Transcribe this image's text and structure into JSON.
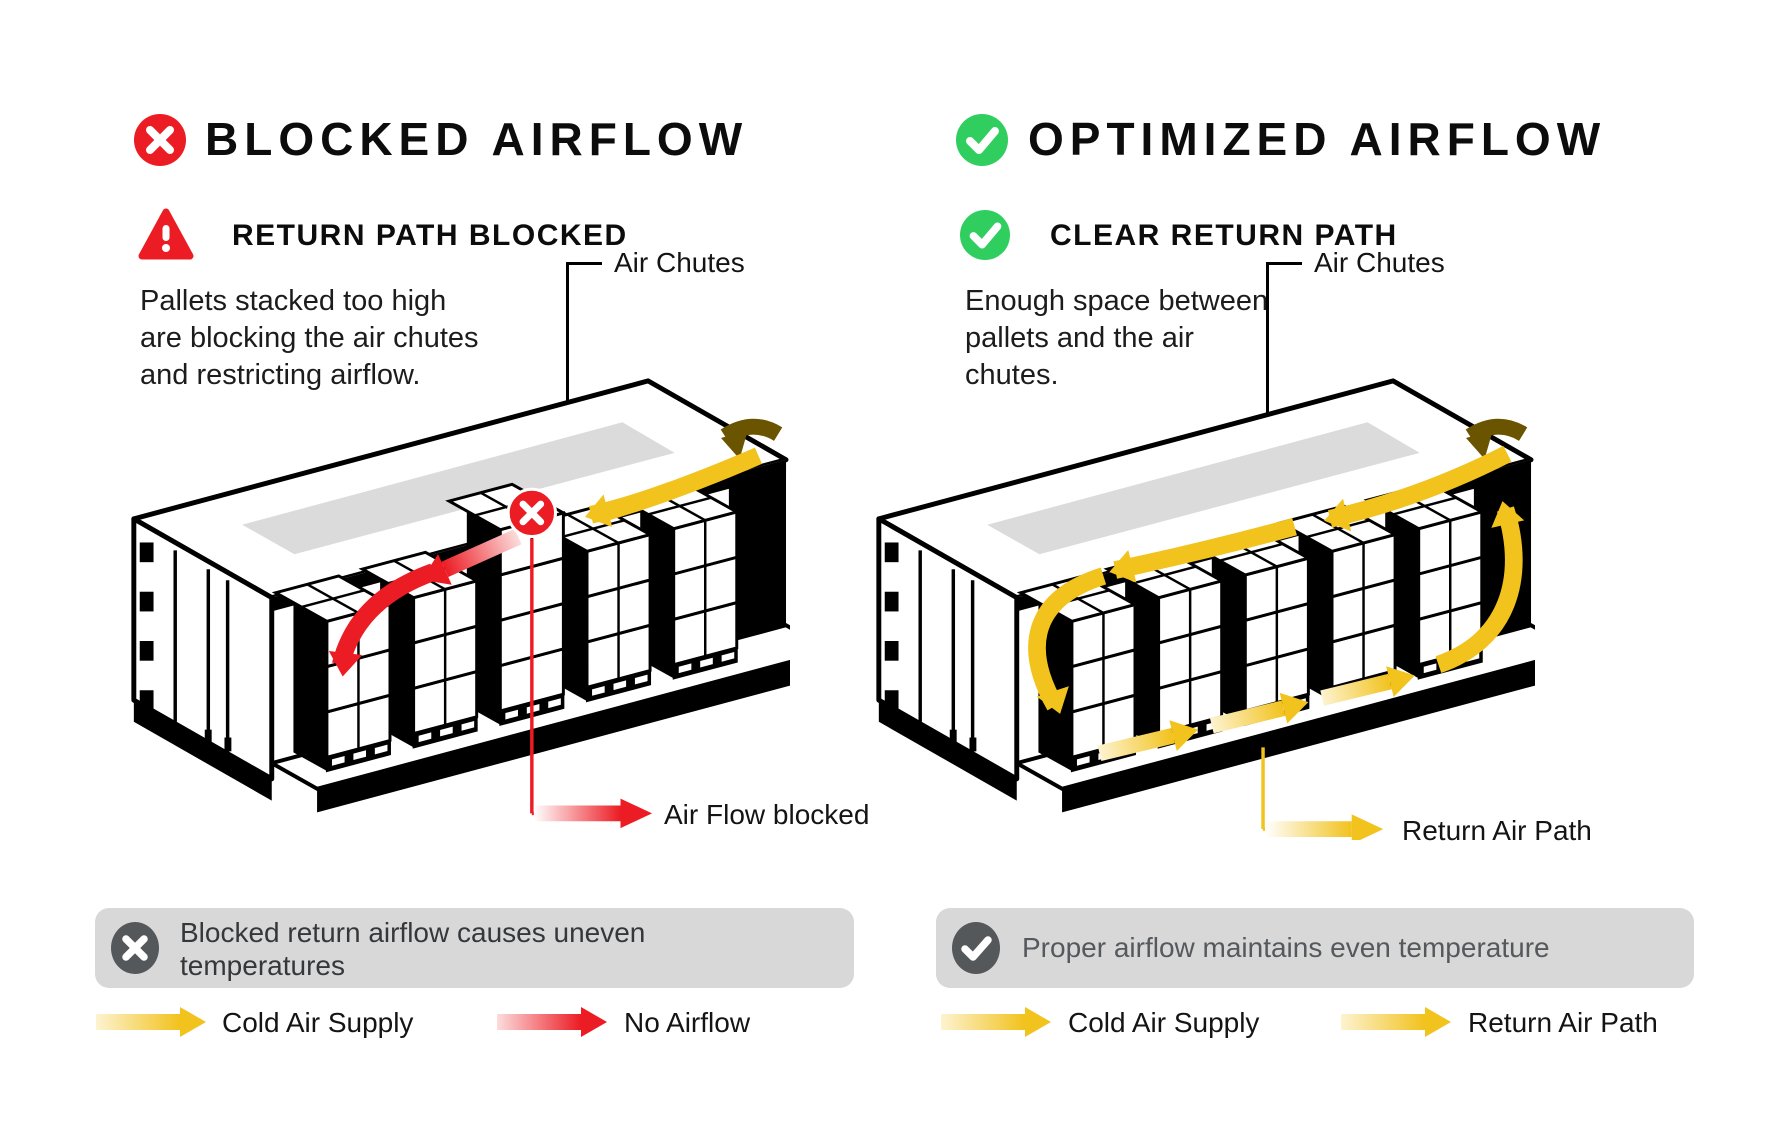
{
  "blocked": {
    "title": "BLOCKED AIRFLOW",
    "subtitle": "RETURN PATH BLOCKED",
    "description": [
      "Pallets stacked too high",
      "are blocking the air chutes",
      "and restricting airflow."
    ],
    "air_chutes_label": "Air Chutes",
    "blocked_flow_label": "Air Flow blocked",
    "summary_line1": "Blocked return airflow causes uneven",
    "summary_line2": "temperatures",
    "legend": [
      {
        "label": "Cold Air Supply",
        "arrow_color": "yellow"
      },
      {
        "label": "No Airflow",
        "arrow_color": "red"
      }
    ]
  },
  "optimized": {
    "title": "OPTIMIZED AIRFLOW",
    "subtitle": "CLEAR RETURN PATH",
    "description": [
      "Enough space between",
      "pallets and the air",
      "chutes."
    ],
    "air_chutes_label": "Air Chutes",
    "return_path_label": "Return Air Path",
    "summary": "Proper airflow maintains even temperature",
    "legend": [
      {
        "label": "Cold Air Supply",
        "arrow_color": "yellow"
      },
      {
        "label": "Return Air Path",
        "arrow_color": "yellow"
      }
    ]
  },
  "colors": {
    "red": "#EC1C24",
    "yellow": "#F2C21D",
    "pale_yellow": "#FDF3D0",
    "pale_red": "#FCDCDC",
    "green": "#2FCE5F",
    "dark_gray_icon": "#54585B",
    "panel_gray": "#D8D8D8",
    "roof_gray": "#DBDBDB",
    "dark_gold": "#6B5400"
  }
}
